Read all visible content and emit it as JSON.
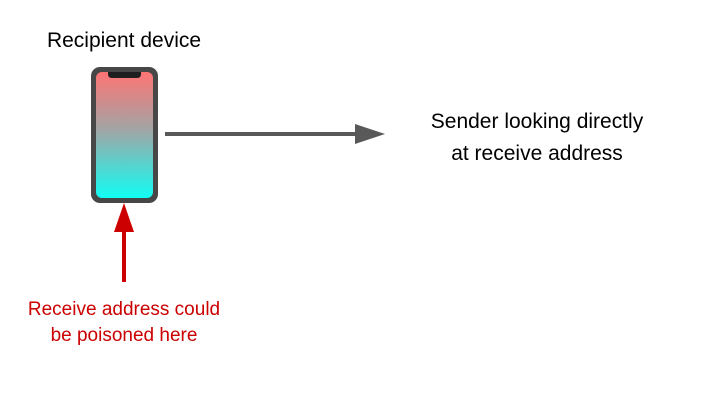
{
  "labels": {
    "recipient_device": "Recipient device",
    "sender_line1": "Sender looking directly",
    "sender_line2": "at receive address",
    "poison_line1": "Receive address could",
    "poison_line2": "be poisoned here"
  },
  "colors": {
    "arrow_gray": "#595959",
    "arrow_red": "#cc0000",
    "phone_bezel": "#474747",
    "screen_top": "#ff7474",
    "screen_bottom": "#12fdf4"
  },
  "icons": {
    "device": "smartphone-icon"
  }
}
